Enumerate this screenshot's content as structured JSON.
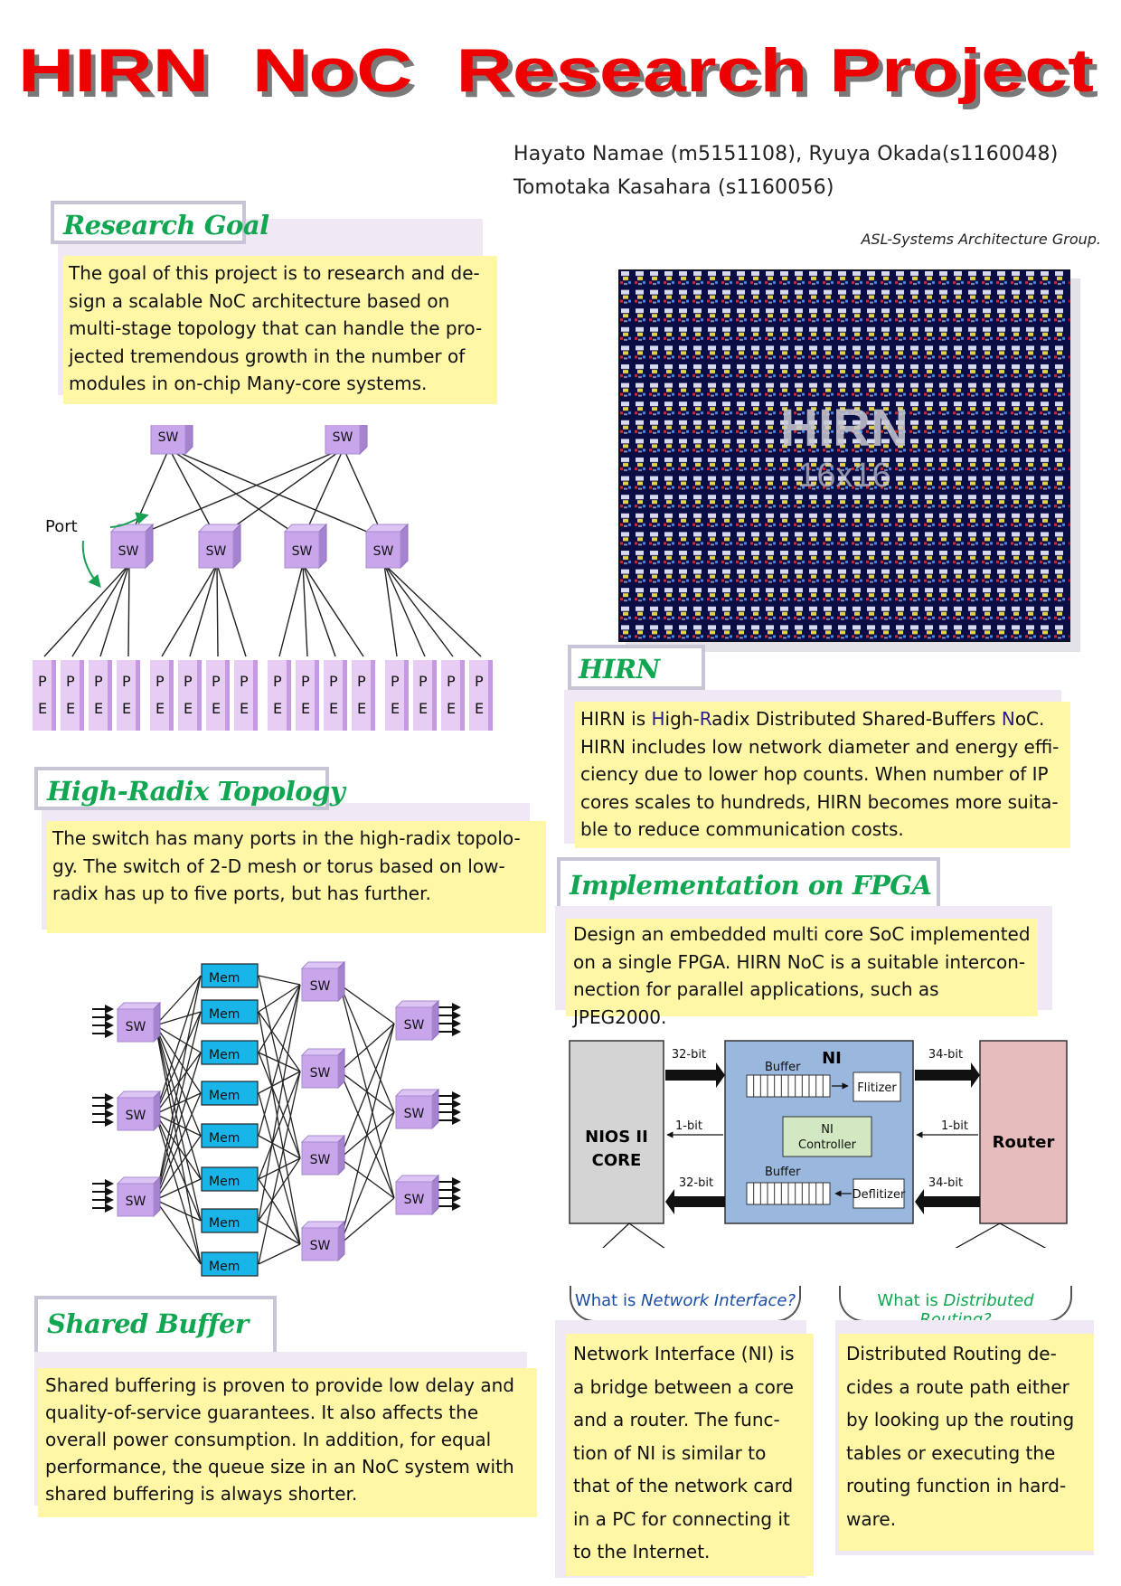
{
  "header": {
    "title": "HIRN  NoC  Research Project",
    "authors_line1": "Hayato Namae (m5151108), Ryuya Okada(s1160048)",
    "authors_line2": "Tomotaka Kasahara (s1160056)",
    "group": "ASL-Systems Architecture Group."
  },
  "research_goal": {
    "heading": "Research Goal",
    "lines": [
      "The goal of this project is to research and de-",
      "sign a scalable NoC architecture based on",
      "multi-stage topology that can handle the pro-",
      "jected tremendous growth in the number of",
      "modules in on-chip Many-core systems."
    ]
  },
  "tree_diagram": {
    "switch_label": "SW",
    "port_label": "Port",
    "pe_top": "P",
    "pe_bottom": "E"
  },
  "high_radix": {
    "heading": "High-Radix Topology",
    "lines": [
      "The switch has many ports in the high-radix topolo-",
      "gy.  The switch of 2-D mesh or torus based on  low-",
      "radix has up to five ports, but  has further."
    ]
  },
  "shared_network": {
    "switch_label": "SW",
    "mem_label": "Mem"
  },
  "shared_buffer": {
    "heading": "Shared Buffer",
    "lines": [
      "Shared buffering is proven to provide low delay and",
      "quality-of-service guarantees. It also affects the",
      "overall power consumption. In addition, for equal",
      "performance, the queue size in an NoC system with",
      "shared buffering is always shorter."
    ]
  },
  "chip_image": {
    "label_big": "HIRN",
    "label_small": "16x16"
  },
  "hirn": {
    "heading": "HIRN",
    "line1_parts": [
      "HIRN is ",
      "H",
      "igh-",
      "R",
      "adix Distributed Shared-Buffers ",
      "N",
      "oC."
    ],
    "lines": [
      "HIRN includes low network diameter and energy effi-",
      "ciency due to lower hop counts. When number of IP",
      "cores scales to hundreds, HIRN becomes more suita-",
      "ble to reduce communication costs."
    ]
  },
  "fpga": {
    "heading": "Implementation on  FPGA",
    "lines": [
      "Design an embedded multi core SoC implemented",
      "on a single FPGA.  HIRN NoC is a suitable intercon-",
      "nection for parallel applications, such as JPEG2000."
    ]
  },
  "ni_diagram": {
    "core_line1": "NIOS II",
    "core_line2": "CORE",
    "ni_title": "NI",
    "buffer_label": "Buffer",
    "flitizer": "Flitizer",
    "controller_line1": "NI",
    "controller_line2": "Controller",
    "deflitizer": "Deflitizer",
    "router": "Router",
    "bits_32": "32-bit",
    "bits_1": "1-bit",
    "bits_34": "34-bit"
  },
  "ni_question": {
    "prefix": "What is ",
    "term": "Network Interface?",
    "lines": [
      "Network Interface (NI) is",
      "a bridge between a core",
      "and a router. The func-",
      "tion of NI is similar to",
      "that of the network card",
      "in a PC for connecting it",
      "to the Internet."
    ]
  },
  "routing_question": {
    "prefix": "What is ",
    "term": "Distributed Routing?",
    "lines": [
      "Distributed Routing de-",
      "cides a route path either",
      "by looking up the routing",
      "tables or executing the",
      "routing function in hard-",
      "ware."
    ]
  },
  "colors": {
    "title_red": "#ee0000",
    "heading_green": "#11a651",
    "note_yellow": "#fff7a6",
    "switch_purple": "#c9a6ec",
    "mem_cyan": "#19b5e8",
    "ni_blue": "#9ab7dd",
    "router_pink": "#e6bcbd",
    "core_gray": "#d4d4d4"
  }
}
